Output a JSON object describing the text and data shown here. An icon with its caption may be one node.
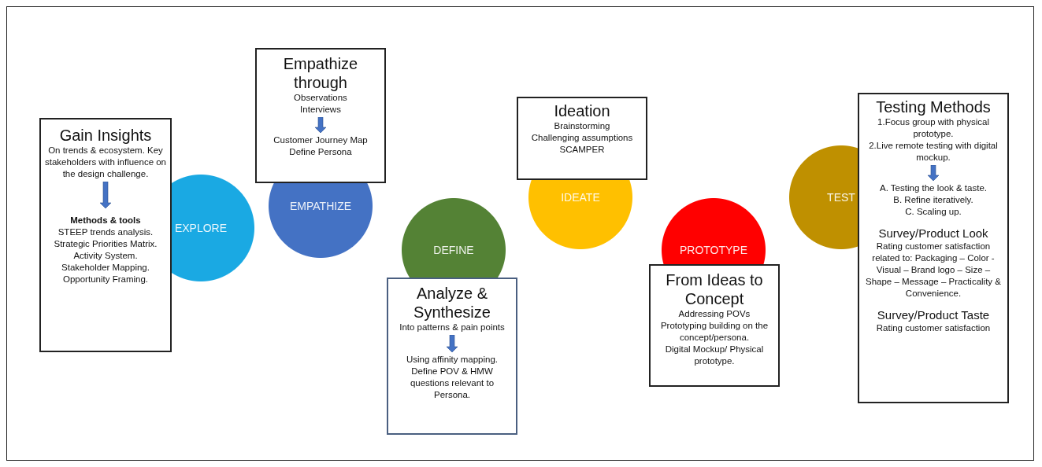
{
  "diagram": {
    "nodes": [
      {
        "text": [
          "Gain Insights",
          "On trends & ecosystem. Key stakeholders with influence on the design challenge.",
          "Methods & tools",
          "STEEP trends analysis.",
          "Strategic Priorities Matrix.",
          "Activity System.",
          "Stakeholder Mapping.",
          "Opportunity Framing."
        ]
      },
      {
        "text": [
          "EXPLORE"
        ]
      },
      {
        "text": [
          "Empathize through",
          "Observations",
          "Interviews",
          "Customer Journey Map",
          "Define Persona"
        ]
      },
      {
        "text": [
          "EMPATHIZE"
        ]
      },
      {
        "text": [
          "DEFINE"
        ]
      },
      {
        "text": [
          "Analyze & Synthesize",
          "Into patterns & pain points",
          "Using affinity mapping.",
          "Define POV & HMW questions relevant to Persona."
        ]
      },
      {
        "text": [
          "Ideation",
          "Brainstorming",
          "Challenging assumptions",
          "SCAMPER"
        ]
      },
      {
        "text": [
          "IDEATE"
        ]
      },
      {
        "text": [
          "PROTOTYPE"
        ]
      },
      {
        "text": [
          "From Ideas to Concept",
          "Addressing POVs",
          "Prototyping building on the concept/persona.",
          "Digital Mockup/ Physical prototype."
        ]
      },
      {
        "text": [
          "TEST"
        ]
      },
      {
        "text": [
          "Testing Methods",
          "1.Focus group with physical prototype.",
          "2.Live remote testing with digital mockup.",
          "A. Testing the look & taste.",
          "B. Refine iteratively.",
          "C. Scaling up.",
          "Survey/Product Look",
          "Rating customer satisfaction related to:  Packaging – Color - Visual – Brand logo – Size – Shape – Message – Practicality & Convenience.",
          "Survey/Product Taste",
          "Rating customer satisfaction"
        ]
      }
    ]
  }
}
